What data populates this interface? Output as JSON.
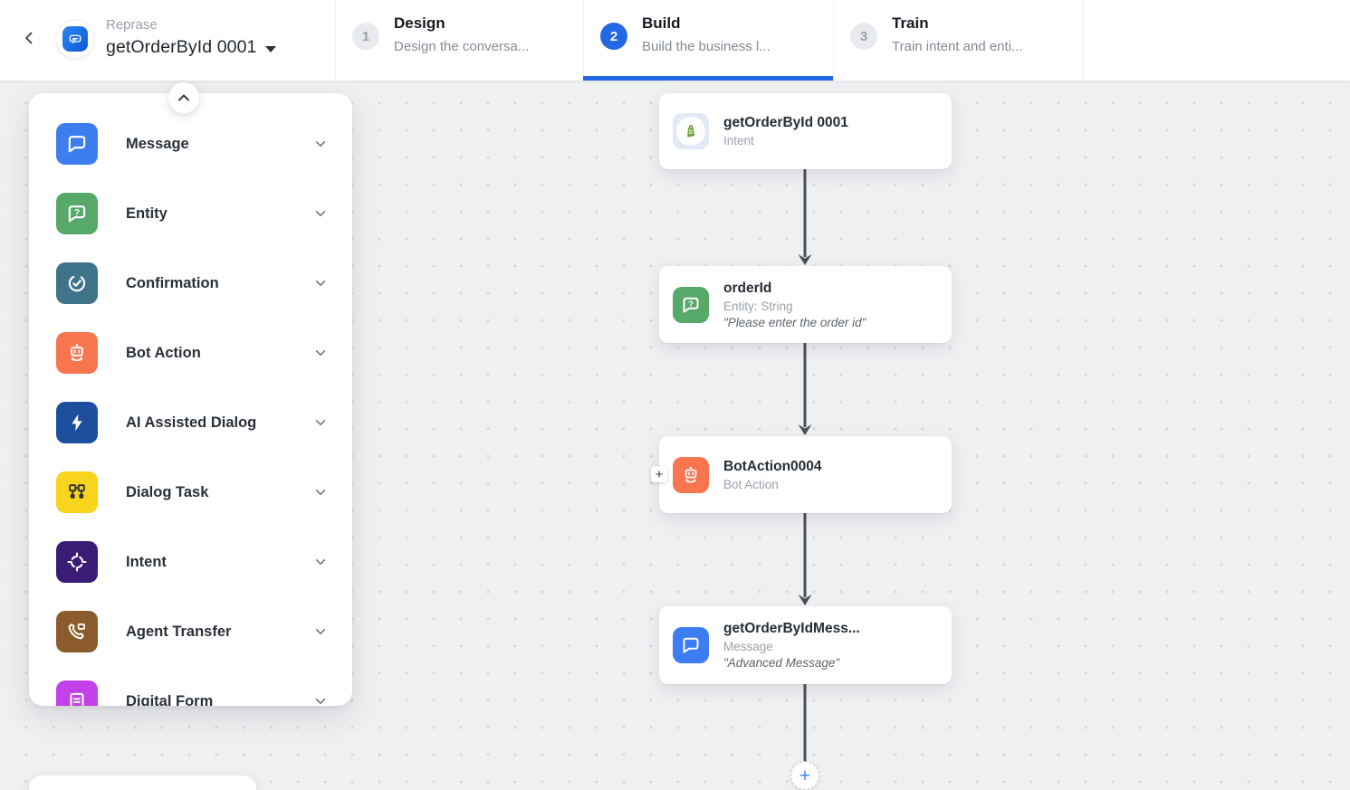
{
  "header": {
    "back_icon": "chevron-left-icon",
    "bot": {
      "name_label": "Reprase",
      "dialog_name": "getOrderById 0001",
      "avatar_icon": "chat-bot-icon"
    },
    "steps": [
      {
        "number": "1",
        "title": "Design",
        "subtitle": "Design the conversa...",
        "active": false
      },
      {
        "number": "2",
        "title": "Build",
        "subtitle": "Build the business l...",
        "active": true
      },
      {
        "number": "3",
        "title": "Train",
        "subtitle": "Train intent and enti...",
        "active": false
      }
    ]
  },
  "palette": {
    "collapse_icon": "chevron-up-icon",
    "items": [
      {
        "label": "Message",
        "icon": "message-icon",
        "color": "#3D7DF2"
      },
      {
        "label": "Entity",
        "icon": "entity-icon",
        "color": "#57A969"
      },
      {
        "label": "Confirmation",
        "icon": "confirmation-icon",
        "color": "#3E7389"
      },
      {
        "label": "Bot Action",
        "icon": "bot-action-icon",
        "color": "#F8754F"
      },
      {
        "label": "AI Assisted Dialog",
        "icon": "ai-assisted-dialog-icon",
        "color": "#1C4F9E"
      },
      {
        "label": "Dialog Task",
        "icon": "dialog-task-icon",
        "color": "#F9D41C"
      },
      {
        "label": "Intent",
        "icon": "intent-icon",
        "color": "#3A1B75"
      },
      {
        "label": "Agent Transfer",
        "icon": "agent-transfer-icon",
        "color": "#8C5B2B"
      },
      {
        "label": "Digital Form",
        "icon": "digital-form-icon",
        "color": "#C341E8"
      }
    ]
  },
  "canvas": {
    "nodes": [
      {
        "title": "getOrderById 0001",
        "subtitle": "Intent",
        "quote": "",
        "icon": "shopify-icon"
      },
      {
        "title": "orderId",
        "subtitle": "Entity: String",
        "quote": "\"Please enter the order id\"",
        "icon": "entity-icon"
      },
      {
        "title": "BotAction0004",
        "subtitle": "Bot Action",
        "quote": "",
        "icon": "bot-action-icon",
        "plus_label": "+"
      },
      {
        "title": "getOrderByIdMess...",
        "subtitle": "Message",
        "quote": "\"Advanced Message\"",
        "icon": "message-icon"
      }
    ],
    "add_button_label": "+"
  },
  "colors": {
    "accent_blue": "#2268E3",
    "connector": "#4A5056",
    "canvas_bg": "#EFF0F2",
    "shopify_green": "#6BA43B"
  }
}
